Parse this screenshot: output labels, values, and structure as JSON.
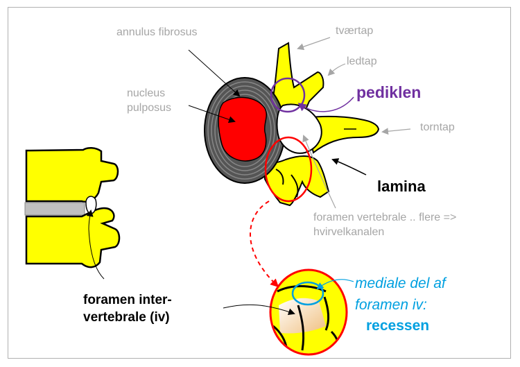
{
  "labels": {
    "annulus": "annulus fibrosus",
    "nucleus_line1": "nucleus",
    "nucleus_line2": "pulposus",
    "tvaertap": "tværtap",
    "ledtap": "ledtap",
    "pediklen": "pediklen",
    "torntap": "torntap",
    "lamina": "lamina",
    "foramen_vert_line1": "foramen vertebrale .. flere =>",
    "foramen_vert_line2": "hvirvelkanalen",
    "foramen_inter_line1": "foramen inter-",
    "foramen_inter_line2": "vertebrale  (iv)",
    "mediale_line1": "mediale del af",
    "mediale_line2": "foramen  iv:",
    "recessen": "recessen"
  },
  "colors": {
    "bone": "#ffff00",
    "nucleus": "#ff0000",
    "annulus": "#555555",
    "label_gray": "#a6a6a6",
    "purple": "#7030a0",
    "blue": "#00a0e0",
    "red_circle": "#ff0000"
  }
}
